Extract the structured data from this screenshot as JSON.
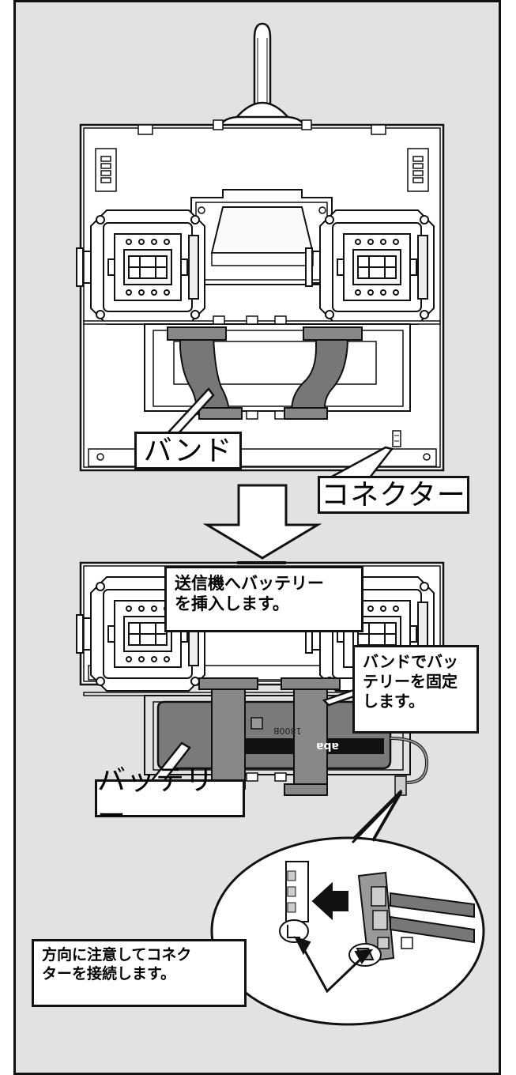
{
  "callouts": {
    "band": "バンド",
    "connector": "コネクター",
    "battery": "バッテリー",
    "insert_line1": "送信機へバッテリー",
    "insert_line2": "を挿入します。",
    "fix_line1": "バンドでバッ",
    "fix_line2": "テリーを固定",
    "fix_line3": "します。",
    "connect_line1": "方向に注意してコネク",
    "connect_line2": "ターを接続します。"
  },
  "battery_label": {
    "model": "1800B",
    "brand": "aba"
  }
}
